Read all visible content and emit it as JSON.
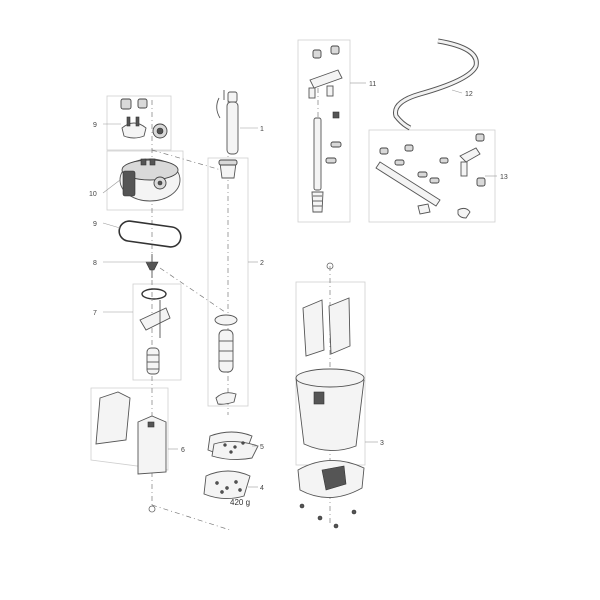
{
  "diagram": {
    "part_labels": {
      "p1": "1",
      "p2": "2",
      "p3": "3",
      "p4": "4",
      "p5": "5",
      "p6": "6",
      "p7": "7",
      "p8": "8",
      "p9a": "9",
      "p9b": "9",
      "p10": "10",
      "p11": "11",
      "p12": "12",
      "p13": "13"
    },
    "weight_label": "420 g"
  }
}
